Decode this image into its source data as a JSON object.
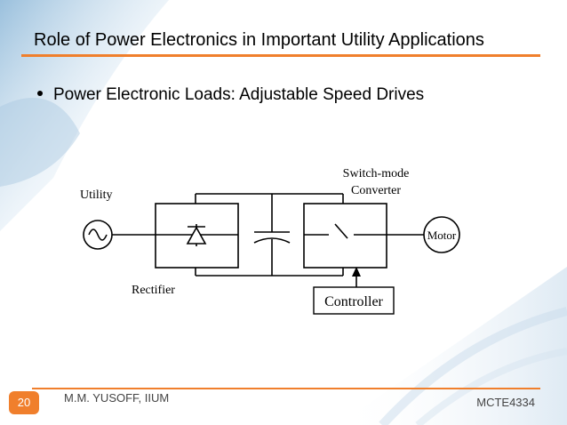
{
  "slide": {
    "title": "Role of Power Electronics in Important Utility Applications",
    "bullet": "Power Electronic Loads: Adjustable Speed Drives"
  },
  "diagram": {
    "labels": {
      "utility": "Utility",
      "converter_line1": "Switch-mode",
      "converter_line2": "Converter",
      "rectifier": "Rectifier",
      "motor": "Motor",
      "controller": "Controller"
    }
  },
  "footer": {
    "page_number": "20",
    "author": "M.M. YUSOFF, IIUM",
    "course": "MCTE4334"
  },
  "colors": {
    "accent": "#f07f2c"
  }
}
